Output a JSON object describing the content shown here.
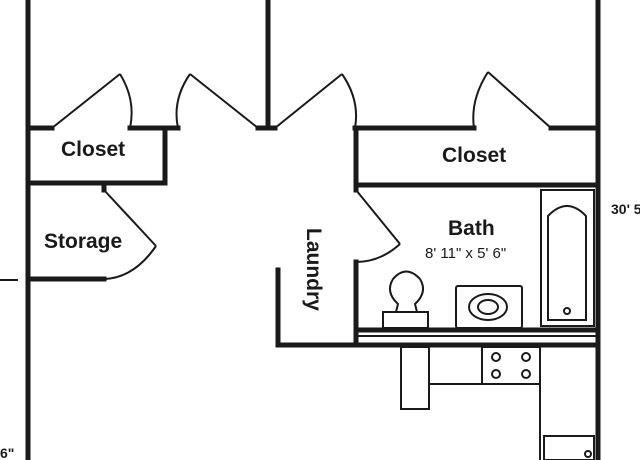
{
  "rooms": {
    "closet_left": "Closet",
    "closet_right": "Closet",
    "storage": "Storage",
    "laundry": "Laundry",
    "bath": "Bath",
    "bath_dims": "8' 11\" x 5' 6\""
  },
  "dimensions": {
    "right_edge": "30' 5",
    "left_edge": "6\""
  },
  "colors": {
    "line": "#1a1a1a",
    "background": "#ffffff"
  }
}
